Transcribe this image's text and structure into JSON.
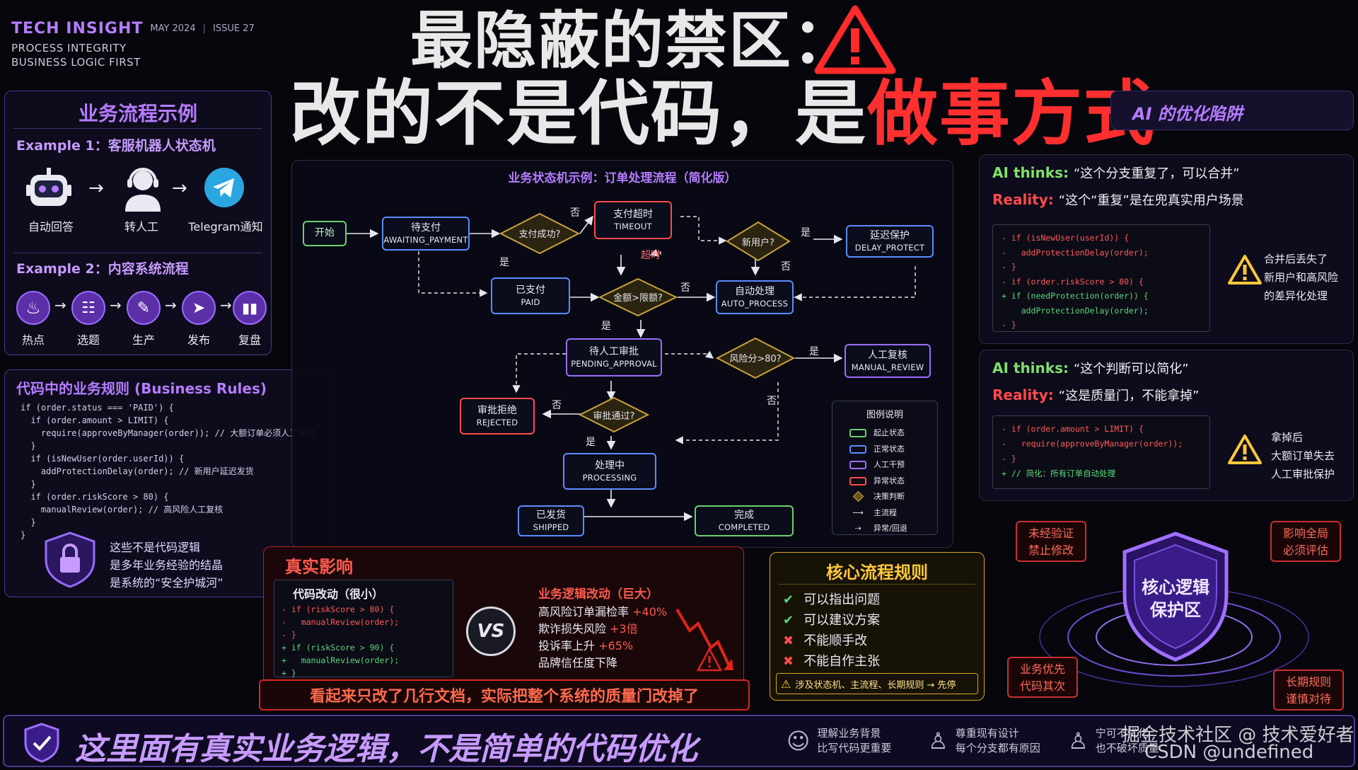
{
  "brand": {
    "name": "TECH INSIGHT",
    "date": "MAY 2024",
    "sep": "|",
    "issue": "ISSUE 27",
    "line1": "PROCESS INTEGRITY",
    "line2": "BUSINESS LOGIC FIRST"
  },
  "title": {
    "line1": "最隐蔽的禁区：",
    "line2_white": "改的不是代码，是",
    "line2_red": "做事方式"
  },
  "left": {
    "panel_title": "业务流程示例",
    "ex1_title": "Example 1：客服机器人状态机",
    "ex1_items": [
      "自动回答",
      "转人工",
      "Telegram通知"
    ],
    "ex2_title": "Example 2：内容系统流程",
    "ex2_items": [
      "热点",
      "选题",
      "生产",
      "发布",
      "复盘"
    ],
    "rules_title": "代码中的业务规则 (Business Rules)",
    "rules_code": [
      "if (order.status === 'PAID') {",
      "  if (order.amount > LIMIT) {",
      "    require(approveByManager(order)); // 大额订单必须人工审批",
      "  }",
      "  if (isNewUser(order.userId)) {",
      "    addProtectionDelay(order); // 新用户延迟发货",
      "  }",
      "  if (order.riskScore > 80) {",
      "    manualReview(order); // 高风险人工复核",
      "  }",
      "}"
    ],
    "rules_note": [
      "这些不是代码逻辑",
      "是多年业务经验的结晶",
      "是系统的“安全护城河”"
    ]
  },
  "flow": {
    "title": "业务状态机示例：订单处理流程（简化版）",
    "nodes": {
      "start": "开始",
      "await_cn": "待支付",
      "await_en": "AWAITING_PAYMENT",
      "timeout_cn": "支付超时",
      "timeout_en": "TIMEOUT",
      "delay_cn": "延迟保护",
      "delay_en": "DELAY_PROTECT",
      "paid_cn": "已支付",
      "paid_en": "PAID",
      "auto_cn": "自动处理",
      "auto_en": "AUTO_PROCESS",
      "pending_cn": "待人工审批",
      "pending_en": "PENDING_APPROVAL",
      "manual_cn": "人工复核",
      "manual_en": "MANUAL_REVIEW",
      "rejected_cn": "审批拒绝",
      "rejected_en": "REJECTED",
      "processing_cn": "处理中",
      "processing_en": "PROCESSING",
      "shipped_cn": "已发货",
      "shipped_en": "SHIPPED",
      "completed_cn": "完成",
      "completed_en": "COMPLETED"
    },
    "decisions": {
      "pay": "支付成功?",
      "newuser": "新用户?",
      "amount": "金额>限额?",
      "risk": "风险分>80?",
      "approve": "审批通过?"
    },
    "labels": {
      "yes": "是",
      "no": "否",
      "timeout": "超时"
    },
    "legend": {
      "title": "图例说明",
      "items": [
        "起止状态",
        "正常状态",
        "人工干预",
        "异常状态",
        "决策判断",
        "主流程",
        "异常/回退"
      ]
    }
  },
  "ai": {
    "title": "AI 的优化陷阱",
    "c1": {
      "thinks_label": "AI thinks:",
      "thinks": "“这个分支重复了，可以合并”",
      "reality_label": "Reality:",
      "reality": "“这个“重复”是在兜真实用户场景",
      "code": [
        "- if (isNewUser(userId)) {",
        "-   addProtectionDelay(order);",
        "- }",
        "- if (order.riskScore > 80) {",
        "+ if (needProtection(order)) {",
        "    addProtectionDelay(order);",
        "- }"
      ],
      "warn": [
        "合并后丢失了",
        "新用户和高风险",
        "的差异化处理"
      ]
    },
    "c2": {
      "thinks_label": "AI thinks:",
      "thinks": "“这个判断可以简化”",
      "reality_label": "Reality:",
      "reality": "“这是质量门，不能拿掉”",
      "code": [
        "- if (order.amount > LIMIT) {",
        "-   require(approveByManager(order));",
        "- }",
        "+ // 简化：所有订单自动处理"
      ],
      "warn": [
        "拿掉后",
        "大额订单失去",
        "人工审批保护"
      ]
    }
  },
  "impact": {
    "title": "真实影响",
    "code_title": "代码改动（很小）",
    "code": [
      "- if (riskScore > 80) {",
      "-   manualReview(order);",
      "- }",
      "+ if (riskScore > 90) {",
      "+   manualReview(order);",
      "+ }"
    ],
    "vs": "VS",
    "biz_title": "业务逻辑改动（巨大）",
    "stats": [
      {
        "label": "高风险订单漏检率",
        "value": "+40%"
      },
      {
        "label": "欺诈损失风险",
        "value": "+3倍"
      },
      {
        "label": "投诉率上升",
        "value": "+65%"
      },
      {
        "label": "品牌信任度下降",
        "value": ""
      }
    ],
    "banner": "看起来只改了几行文档，实际把整个系统的质量门改掉了"
  },
  "core": {
    "title": "核心流程规则",
    "items": [
      {
        "ok": true,
        "text": "可以指出问题"
      },
      {
        "ok": true,
        "text": "可以建议方案"
      },
      {
        "ok": false,
        "text": "不能顺手改"
      },
      {
        "ok": false,
        "text": "不能自作主张"
      }
    ],
    "note": "涉及状态机、主流程、长期规则 → 先停"
  },
  "shield": {
    "center": "核心逻辑\n保护区",
    "tl": "未经验证\n禁止修改",
    "tr": "影响全局\n必须评估",
    "bl": "业务优先\n代码其次",
    "br": "长期规则\n谨慎对待"
  },
  "bottom": {
    "headline": "这里面有真实业务逻辑，不是简单的代码优化",
    "tips": [
      {
        "t1": "理解业务背景",
        "t2": "比写代码更重要"
      },
      {
        "t1": "尊重现有设计",
        "t2": "每个分支都有原因"
      },
      {
        "t1": "宁可不优化",
        "t2": "也不破坏质量"
      }
    ],
    "wm1": "掘金技术社区 @ 技术爱好者",
    "wm2": "CSDN @undefined"
  },
  "colors": {
    "accent": "#b57cff",
    "red": "#ff3b3b",
    "green": "#5ad77a",
    "yellow": "#ffc83a",
    "blue": "#5a8cff"
  }
}
